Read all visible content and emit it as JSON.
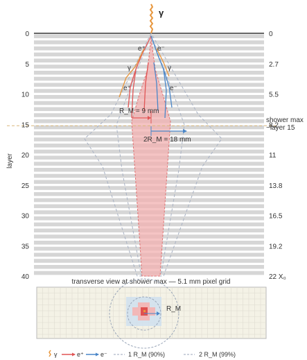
{
  "incoming_particle": "γ",
  "axis": {
    "left_title": "layer",
    "left_ticks": [
      "0",
      "5",
      "10",
      "15",
      "20",
      "25",
      "30",
      "35",
      "40"
    ],
    "right_ticks": [
      "0",
      "2.7",
      "5.5",
      "8.2",
      "11",
      "13.8",
      "16.5",
      "19.2",
      "22 X₀"
    ],
    "layer_count": 40
  },
  "shower_max": {
    "label_line1": "shower max",
    "label_line2": "~layer 15",
    "layer": 15
  },
  "particle_labels": {
    "e_plus_top": "e⁺",
    "e_minus_top": "e⁻",
    "gamma_left": "γ",
    "gamma_right": "γ",
    "e_plus_mid": "e⁺",
    "e_minus_mid": "e⁻"
  },
  "annotations": {
    "rm": "R_M = 9 mm",
    "two_rm": "2R_M = 18 mm"
  },
  "transverse": {
    "title": "transverse view at shower max — 5.1 mm pixel grid",
    "rm_label": "R_M"
  },
  "legend": {
    "gamma": "γ",
    "e_plus": "e⁺",
    "e_minus": "e⁻",
    "one_rm": "1 R_M (90%)",
    "two_rm": "2 R_M (99%)"
  },
  "colors": {
    "gamma": "#e8963c",
    "e_plus": "#e05555",
    "e_minus": "#4a86c8",
    "core_fill": "#f2b0b0",
    "absorber": "#d6d6d6",
    "grid_bg": "#f4f2e6",
    "dashed": "#9aa6b8",
    "shower_max": "#d9b77a"
  }
}
